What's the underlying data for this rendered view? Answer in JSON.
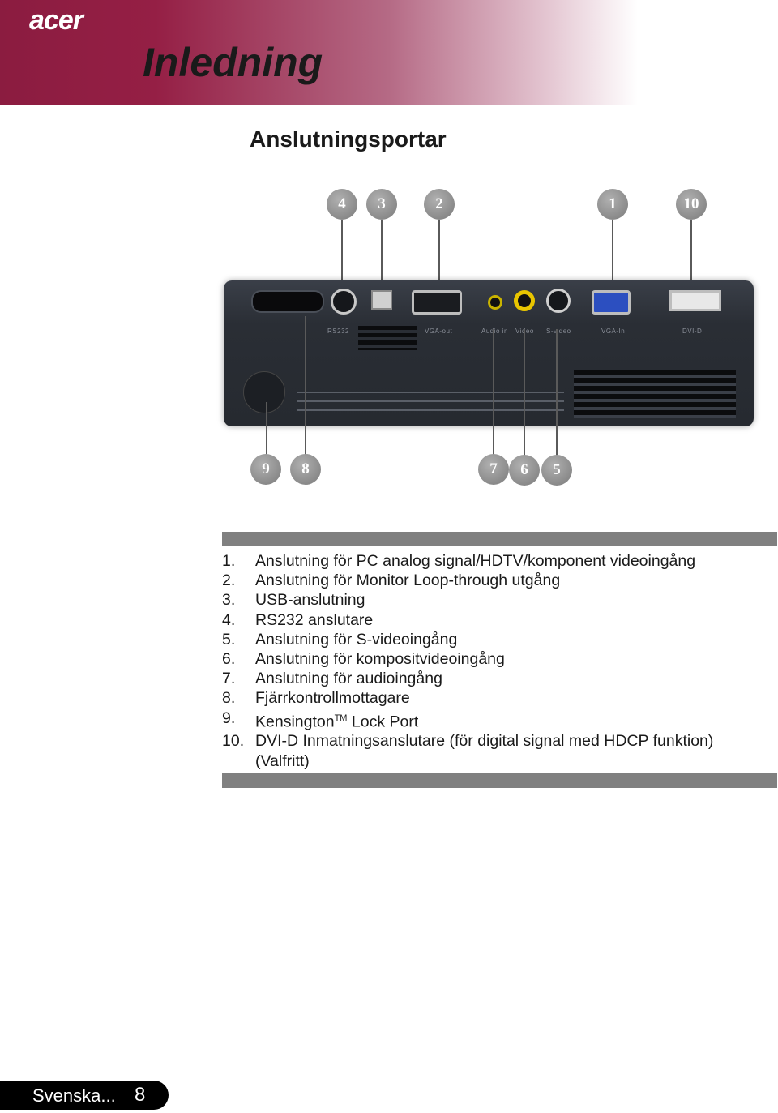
{
  "header": {
    "brand": "acer",
    "chapter_title": "Inledning"
  },
  "section_title": "Anslutningsportar",
  "figure": {
    "port_labels": {
      "rs232": "RS232",
      "vga_out": "VGA-out",
      "audio_in": "Audio in",
      "video": "Video",
      "s_video": "S-video",
      "vga_in": "VGA-In",
      "dvi_d": "DVI-D"
    },
    "top_callouts": [
      "4",
      "3",
      "2",
      "1",
      "10"
    ],
    "bottom_callouts": [
      "9",
      "8",
      "7",
      "6",
      "5"
    ]
  },
  "ports": [
    {
      "num": "1.",
      "text": "Anslutning för PC analog signal/HDTV/komponent videoingång"
    },
    {
      "num": "2.",
      "text": "Anslutning för Monitor Loop-through utgång"
    },
    {
      "num": "3.",
      "text": "USB-anslutning"
    },
    {
      "num": "4.",
      "text": "RS232 anslutare"
    },
    {
      "num": "5.",
      "text": "Anslutning för S-videoingång"
    },
    {
      "num": "6.",
      "text": "Anslutning för kompositvideoingång"
    },
    {
      "num": "7.",
      "text": "Anslutning för audioingång"
    },
    {
      "num": "8.",
      "text": "Fjärrkontrollmottagare"
    },
    {
      "num": "9.",
      "text": "Kensington",
      "sup": "TM",
      "text_after": " Lock Port"
    },
    {
      "num": "10.",
      "text": "DVI-D Inmatningsanslutare (för digital signal med HDCP funktion)",
      "text2": "(Valfritt)"
    }
  ],
  "footer": {
    "language": "Svenska...",
    "page_number": "8"
  }
}
